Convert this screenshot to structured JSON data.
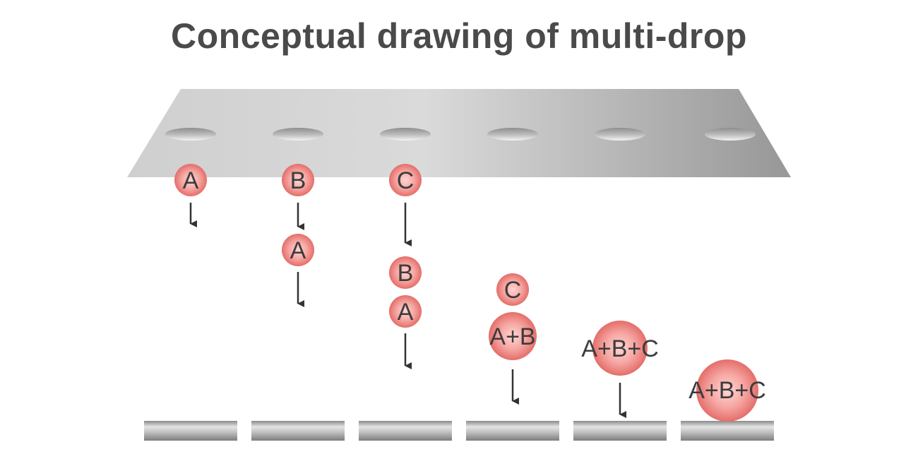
{
  "title": "Conceptual drawing of multi-drop",
  "colors": {
    "title_text": "#4a4a4a",
    "plate_light": "#d2d2d2",
    "plate_dark": "#9a9a9a",
    "drop_center": "#ffd3d0",
    "drop_edge": "#e3706c",
    "arrow": "#333333",
    "label_text": "#3c3c3c"
  },
  "plate": {
    "holes": 6
  },
  "columns": [
    {
      "nozzle_drop": "A",
      "falling": [],
      "merged": ""
    },
    {
      "nozzle_drop": "B",
      "falling": [
        "A"
      ],
      "merged": ""
    },
    {
      "nozzle_drop": "C",
      "falling": [
        "B",
        "A"
      ],
      "merged": ""
    },
    {
      "nozzle_drop": "",
      "falling": [
        "C"
      ],
      "merged": "A+B"
    },
    {
      "nozzle_drop": "",
      "falling": [],
      "merged": "A+B+C"
    },
    {
      "nozzle_drop": "",
      "falling": [],
      "merged": "A+B+C",
      "landed": true
    }
  ],
  "substrates": 6
}
